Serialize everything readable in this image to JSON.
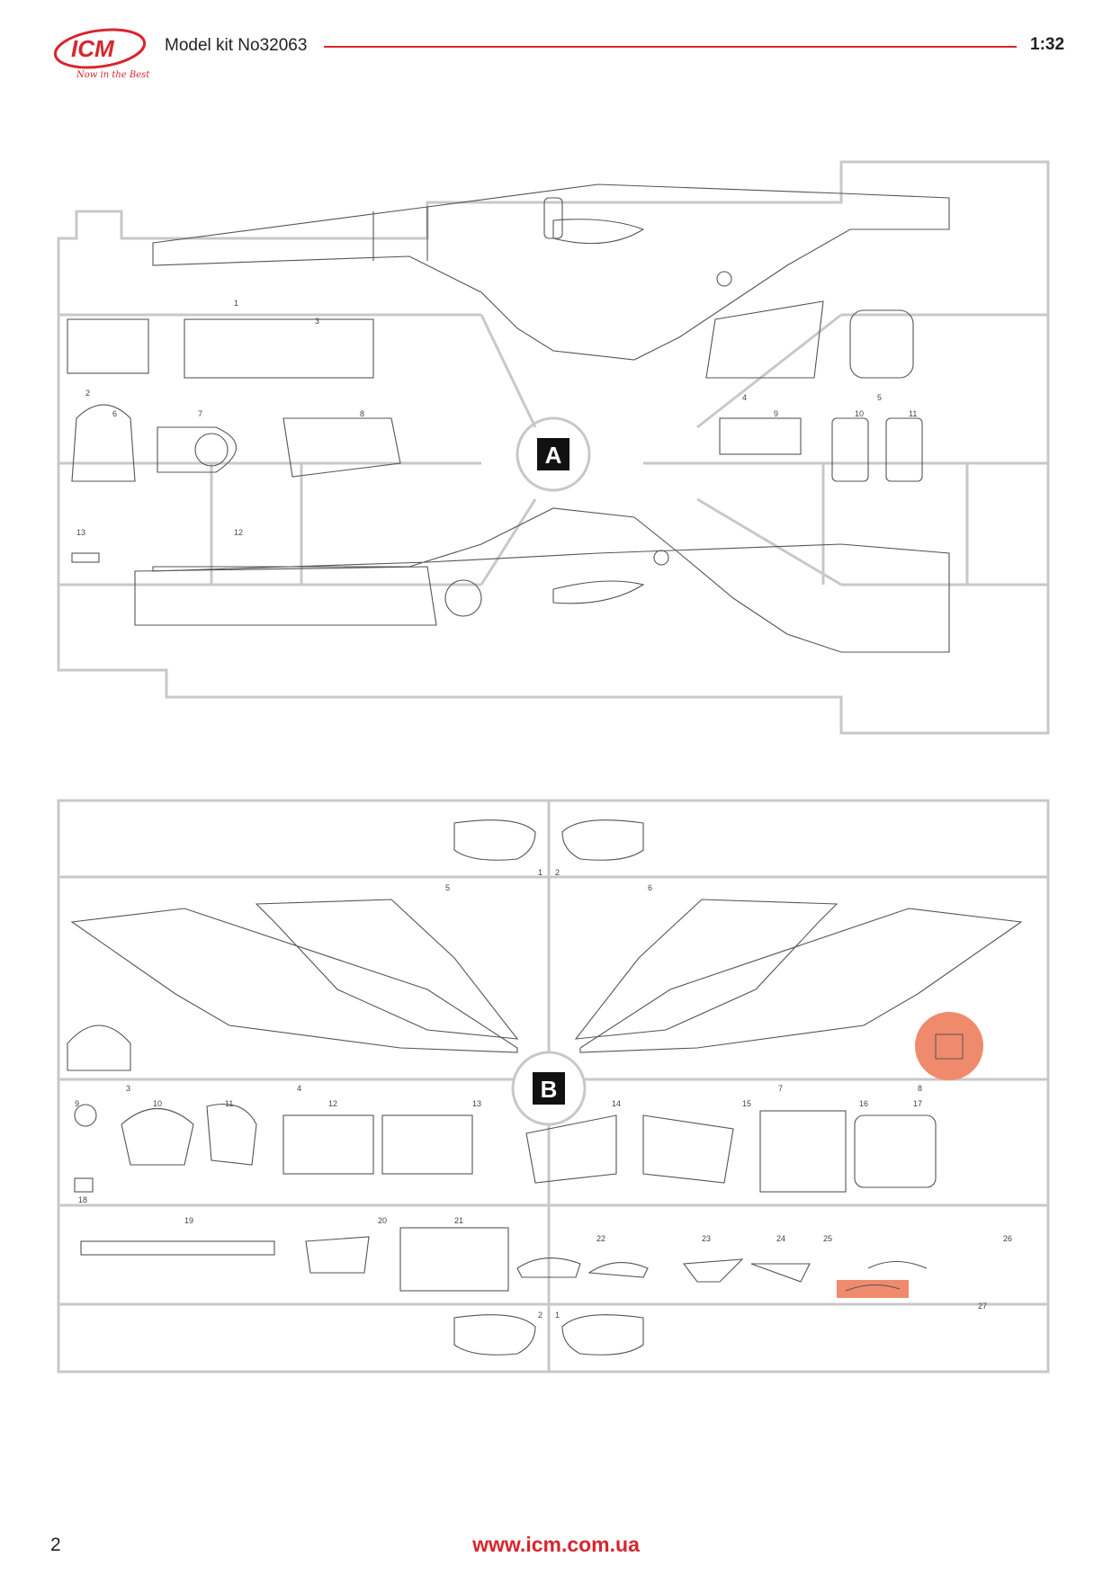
{
  "header": {
    "logo_text": "ICM",
    "logo_tagline": "Now in the Best",
    "title": "Model kit No32063",
    "scale": "1:32"
  },
  "sprues": {
    "a": {
      "letter": "A",
      "part_numbers": [
        "1",
        "2",
        "3",
        "4",
        "5",
        "6",
        "7",
        "8",
        "9",
        "10",
        "11",
        "12",
        "13"
      ]
    },
    "b": {
      "letter": "B",
      "part_numbers": [
        "1",
        "2",
        "2",
        "1",
        "3",
        "4",
        "5",
        "6",
        "7",
        "8",
        "9",
        "10",
        "11",
        "12",
        "13",
        "14",
        "15",
        "16",
        "17",
        "18",
        "19",
        "20",
        "21",
        "22",
        "23",
        "24",
        "25",
        "26",
        "27"
      ]
    }
  },
  "footer": {
    "page_number": "2",
    "url": "www.icm.com.ua"
  },
  "colors": {
    "brand_red": "#d7262e",
    "highlight": "#f08a6c"
  }
}
